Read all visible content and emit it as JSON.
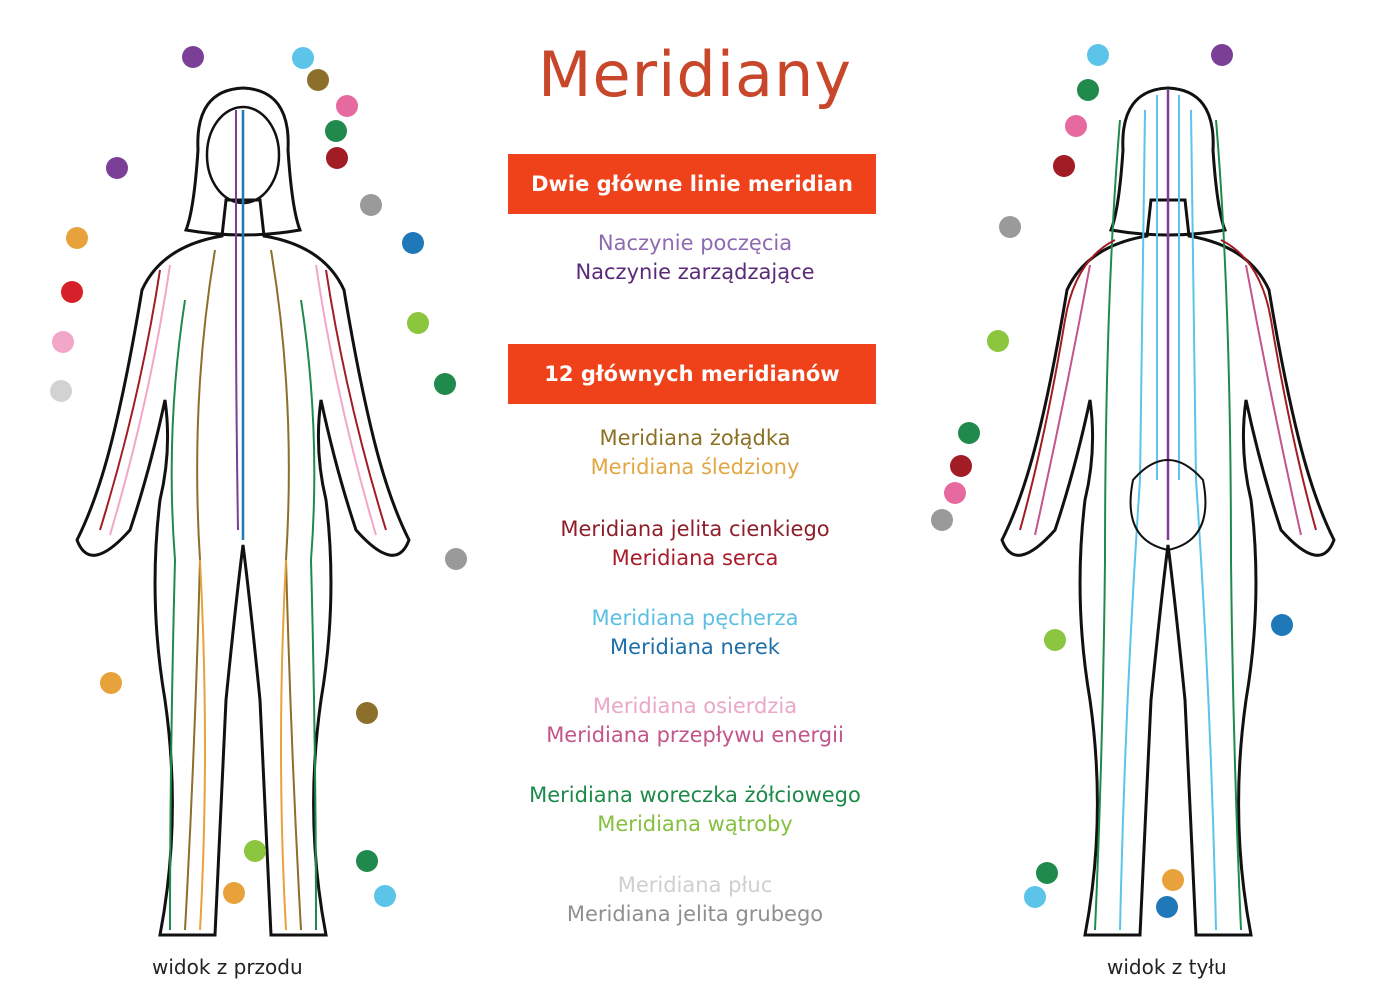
{
  "title": "Meridiany",
  "section1": {
    "heading": "Dwie główne linie meridian",
    "items": [
      {
        "label": "Naczynie poczęcia",
        "color": "#8e6bb0"
      },
      {
        "label": "Naczynie zarządzające",
        "color": "#5a2a78"
      }
    ]
  },
  "section2": {
    "heading": "12 głównych meridianów",
    "groups": [
      [
        {
          "label": "Meridiana żołądka",
          "color": "#8b7125"
        },
        {
          "label": "Meridiana śledziony",
          "color": "#e0a845"
        }
      ],
      [
        {
          "label": "Meridiana jelita cienkiego",
          "color": "#8e1e2a"
        },
        {
          "label": "Meridiana serca",
          "color": "#a81c2a"
        }
      ],
      [
        {
          "label": "Meridiana pęcherza",
          "color": "#5cc0e2"
        },
        {
          "label": "Meridiana nerek",
          "color": "#1e6fa8"
        }
      ],
      [
        {
          "label": "Meridiana osierdzia",
          "color": "#eaa7c6"
        },
        {
          "label": "Meridiana przepływu energii",
          "color": "#c2558a"
        }
      ],
      [
        {
          "label": "Meridiana woreczka żółciowego",
          "color": "#1e8a4a"
        },
        {
          "label": "Meridiana wątroby",
          "color": "#86c040"
        }
      ],
      [
        {
          "label": "Meridiana płuc",
          "color": "#cfcfcf"
        },
        {
          "label": "Meridiana jelita grubego",
          "color": "#8f8f8f"
        }
      ]
    ]
  },
  "captions": {
    "front": "widok z przodu",
    "back": "widok z tyłu"
  },
  "palette": {
    "purple": "#7b3f98",
    "lightblue": "#5bc4e8",
    "olive": "#8b6f2a",
    "pink": "#e66aa0",
    "green": "#1f8a4c",
    "darkred": "#a11c24",
    "gray": "#9a9a9a",
    "orange": "#e8a23c",
    "blue": "#1f78b8",
    "red": "#d6202a",
    "lightgreen": "#8cc63f",
    "lightpink": "#f2a6c8",
    "lightgray": "#d2d2d2"
  },
  "front_dots": [
    "purple",
    "lightblue",
    "olive",
    "pink",
    "green",
    "darkred",
    "purple",
    "gray",
    "orange",
    "blue",
    "red",
    "lightgreen",
    "lightpink",
    "green",
    "lightgray",
    "gray",
    "orange",
    "olive",
    "lightgreen",
    "green",
    "orange",
    "lightblue"
  ],
  "back_dots": [
    "lightblue",
    "purple",
    "green",
    "pink",
    "darkred",
    "gray",
    "lightgreen",
    "green",
    "darkred",
    "pink",
    "gray",
    "lightgreen",
    "blue",
    "green",
    "lightblue",
    "orange",
    "blue"
  ]
}
